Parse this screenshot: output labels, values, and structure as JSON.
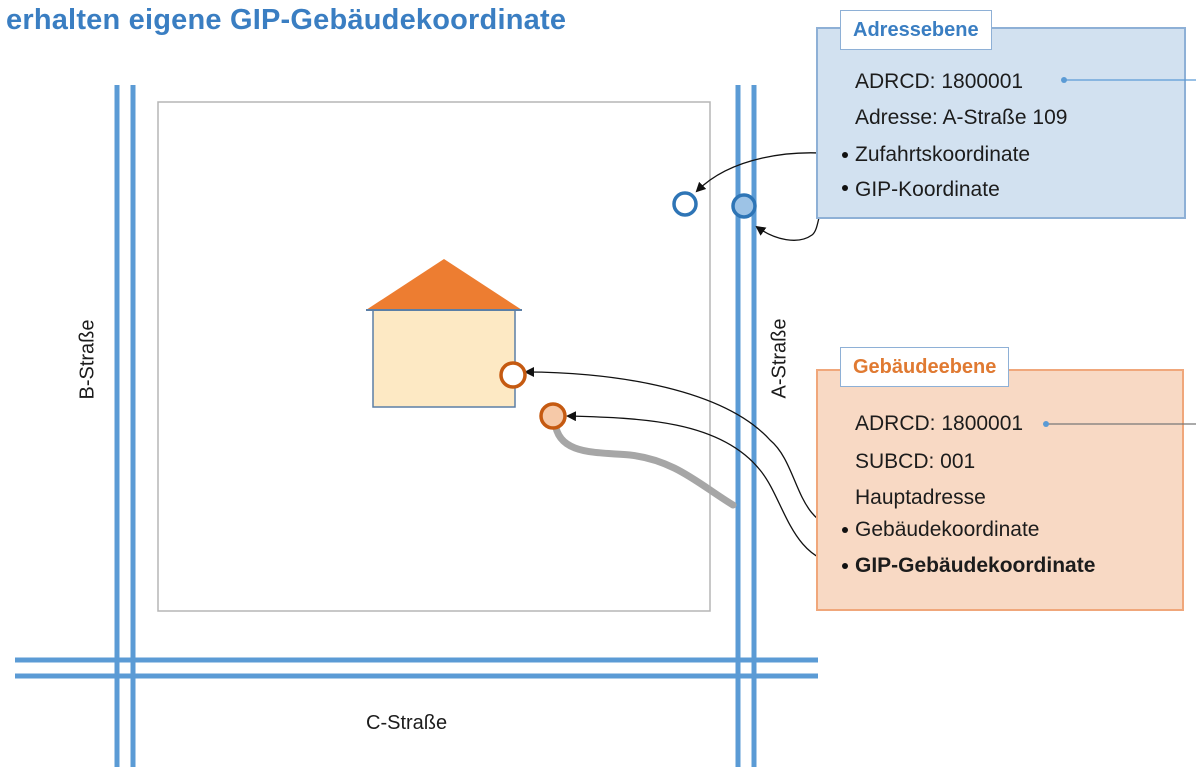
{
  "title": "erhalten eigene GIP-Gebäudekoordinate",
  "roads": {
    "b_strasse": "B-Straße",
    "a_strasse": "A-Straße",
    "c_strasse": "C-Straße"
  },
  "adressebene": {
    "tab": "Adressebene",
    "adrcd": "ADRCD: 1800001",
    "adresse": "Adresse: A-Straße 109",
    "zufahrt": "Zufahrtskoordinate",
    "gip": "GIP-Koordinate"
  },
  "gebaeudeebene": {
    "tab": "Gebäudeebene",
    "adrcd": "ADRCD: 1800001",
    "subcd": "SUBCD: 001",
    "haupt": "Hauptadresse",
    "gebkoord": "Gebäudekoordinate",
    "gipgeb": "GIP-Gebäudekoordinate"
  },
  "colors": {
    "title": "#3a7ec2",
    "road": "#5b9bd5",
    "blue_marker": "#2e75b6",
    "orange_marker": "#c55a11",
    "roof": "#ed7d31",
    "house_body": "#fde9c4",
    "path_gray": "#a6a6a6",
    "addr_panel": "#d2e1f0",
    "geb_panel": "#f8d9c4"
  }
}
